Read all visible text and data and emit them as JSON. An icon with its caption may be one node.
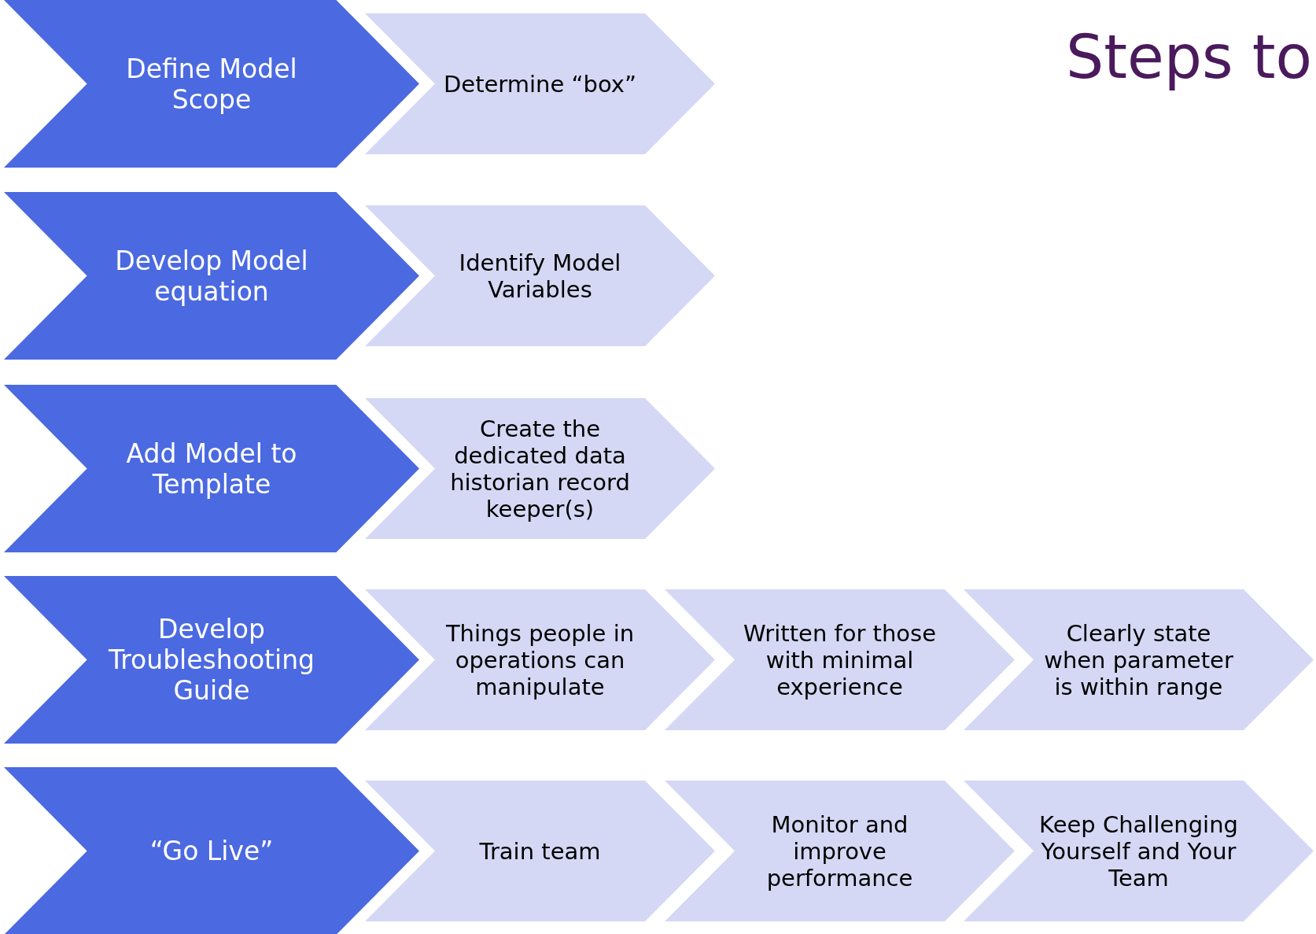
{
  "diagram": {
    "title": "Steps to",
    "nodes": [
      {
        "text": [
          "Define Model Scope"
        ]
      },
      {
        "text": [
          "Determine “box”"
        ]
      },
      {
        "text": [
          "Develop Model equation"
        ]
      },
      {
        "text": [
          "Identify Model Variables"
        ]
      },
      {
        "text": [
          "Add Model to Template"
        ]
      },
      {
        "text": [
          "Create the dedicated data historian record keeper(s)"
        ]
      },
      {
        "text": [
          "Develop Troubleshooting Guide"
        ]
      },
      {
        "text": [
          "Things people in operations can manipulate"
        ]
      },
      {
        "text": [
          "Written for those with minimal experience"
        ]
      },
      {
        "text": [
          "Clearly state when parameter is within range"
        ]
      },
      {
        "text": [
          "“Go Live”"
        ]
      },
      {
        "text": [
          "Train team"
        ]
      },
      {
        "text": [
          "Monitor and improve performance"
        ]
      },
      {
        "text": [
          "Keep Challenging Yourself and Your Team"
        ]
      }
    ]
  }
}
